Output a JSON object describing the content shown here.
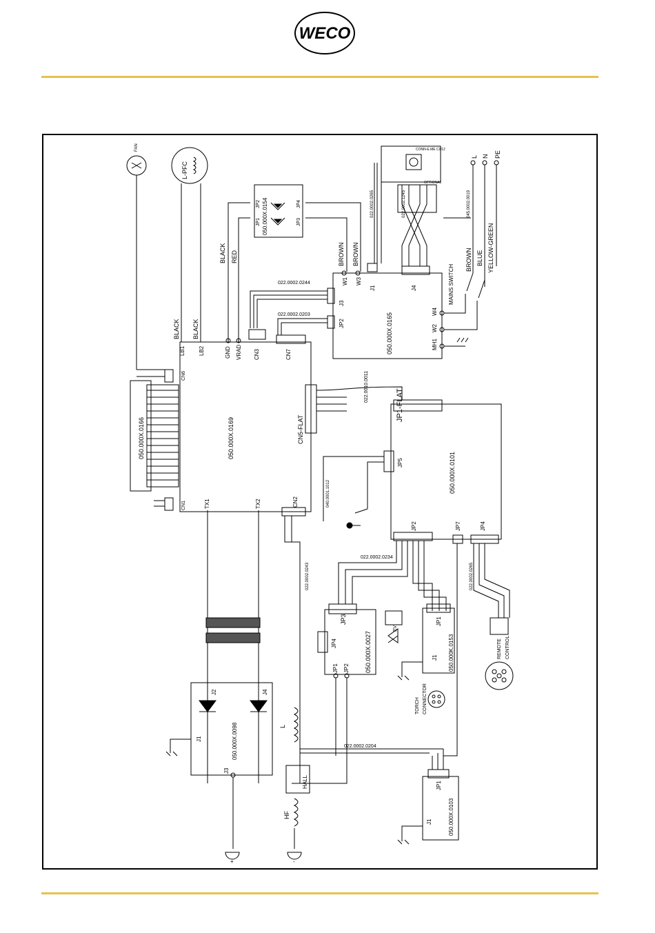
{
  "logo": {
    "text": "WECO"
  },
  "colors": {
    "rule": "#e7c24a",
    "line": "#000000"
  },
  "labels": {
    "fan": "FAN",
    "lpfc": "L-PFC",
    "black1": "BLACK",
    "red": "RED",
    "black_lb1": "BLACK",
    "black_lb2": "BLACK",
    "lb1": "LB1",
    "lb2": "LB2",
    "gnd": "GND",
    "vrad": "VRAD",
    "cn3": "CN3",
    "cn7": "CN7",
    "cn6": "CN6",
    "cn1": "CN1",
    "cn2": "CN2",
    "cn5flat": "CN5-FLAT",
    "tx1": "TX1",
    "tx2": "TX2",
    "bridge_code": "050.000X.0154",
    "jp1_b": "JP1",
    "jp2_b": "JP2",
    "jp3_b": "JP3",
    "jp4_b": "JP4",
    "brown1": "BROWN",
    "brown2": "BROWN",
    "w1": "W1",
    "w3": "W3",
    "cable_0244": "022.0002.0244",
    "j3": "J3",
    "jp2_c": "JP2",
    "cable_0203": "022.0002.0203",
    "board_0165": "050.000X.0165",
    "j1": "J1",
    "j4": "J4",
    "w4": "W4",
    "w2": "W2",
    "mh1": "MH1",
    "mains_switch": "MAINS SWITCH",
    "brown3": "BROWN",
    "blue": "BLUE",
    "yellow_green": "YELLOW-GREEN",
    "L": "L",
    "N": "N",
    "PE": "PE",
    "optional": "OPTIONAL",
    "conn_cu12": "CONN-E.ME CU12",
    "cable_0265": "022.0002.0265",
    "cable_1245": "022.0002.1245",
    "cable_0019": "045.0002.0019",
    "board_0166": "050.000X.0166",
    "board_0169": "050.000X.0169",
    "cable_0011": "022.0010.0011",
    "jp1flat": "JP1-FLAT",
    "board_0101": "050.000X.0101",
    "jp5": "JP5",
    "cable_1012": "040.0001.1012",
    "jp2_d": "JP2",
    "jp7": "JP7",
    "jp4_d": "JP4",
    "cable_0234": "022.0002.0234",
    "cable_0265b": "022.0002.0265",
    "cable_0243": "022.0002.0243",
    "jp3_e": "JP3",
    "jp4_e": "JP4",
    "jp1_e": "JP1",
    "jp2_e": "JP2",
    "ev": "EV",
    "board_0027": "050.000X.0027",
    "jp1_f": "JP1",
    "j1_f": "J1",
    "board_0153": "050.000K.0153",
    "remote": "REMOTE",
    "control": "CONTROL",
    "torch": "TORCH",
    "connector": "CONNECTOR",
    "j2_g": "J2",
    "j4_g": "J4",
    "j1_g": "J1",
    "j3_g": "J3",
    "board_0098": "050.000X.0098",
    "L_ind": "L",
    "hall": "HALL",
    "hf": "HF",
    "cable_0204": "022.0002.0204",
    "jp1_h": "JP1",
    "j1_h": "J1",
    "board_0103": "050.000X.0103",
    "plus": "+",
    "minus": "-"
  }
}
